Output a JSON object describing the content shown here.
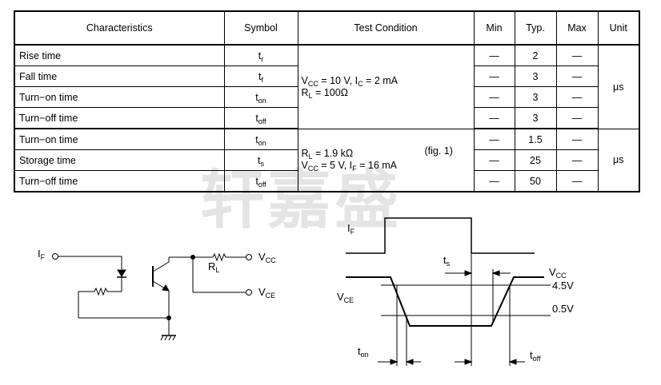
{
  "table": {
    "headers": [
      "Characteristics",
      "Symbol",
      "Test Condition",
      "Min",
      "Typ.",
      "Max",
      "Unit"
    ],
    "rows": [
      {
        "char": "Rise time",
        "sym": "t",
        "sub": "r",
        "min": "—",
        "typ": "2",
        "max": "—"
      },
      {
        "char": "Fall time",
        "sym": "t",
        "sub": "f",
        "min": "—",
        "typ": "3",
        "max": "—"
      },
      {
        "char": "Turn−on time",
        "sym": "t",
        "sub": "on",
        "min": "—",
        "typ": "3",
        "max": "—"
      },
      {
        "char": "Turn−off time",
        "sym": "t",
        "sub": "off",
        "min": "—",
        "typ": "3",
        "max": "—"
      },
      {
        "char": "Turn−on time",
        "sym": "t",
        "sub": "on",
        "min": "—",
        "typ": "1.5",
        "max": "—"
      },
      {
        "char": "Storage time",
        "sym": "t",
        "sub": "s",
        "min": "—",
        "typ": "25",
        "max": "—"
      },
      {
        "char": "Turn−off time",
        "sym": "t",
        "sub": "off",
        "min": "—",
        "typ": "50",
        "max": "—"
      }
    ],
    "cond1": {
      "line1_a": "V",
      "line1_a_sub": "CC",
      "line1_b": " = 10 V, I",
      "line1_b_sub": "C",
      "line1_c": " = 2 mA",
      "line2_a": "R",
      "line2_a_sub": "L",
      "line2_b": " = 100Ω"
    },
    "cond2": {
      "line1_a": "R",
      "line1_a_sub": "L",
      "line1_b": " = 1.9 kΩ",
      "fig": "(fig. 1)",
      "line2_a": "V",
      "line2_a_sub": "CC",
      "line2_b": " = 5 V, I",
      "line2_b_sub": "F",
      "line2_c": " = 16 mA"
    },
    "unit1": "μs",
    "unit2": "μs"
  },
  "watermark": "轩嘉盛",
  "circuit": {
    "if_label": "I",
    "if_sub": "F",
    "rl_label": "R",
    "rl_sub": "L",
    "vcc_label": "V",
    "vcc_sub": "CC",
    "vce_label": "V",
    "vce_sub": "CE"
  },
  "timing": {
    "if_label": "I",
    "if_sub": "F",
    "vce_label": "V",
    "vce_sub": "CE",
    "vcc_label": "V",
    "vcc_sub": "CC",
    "level_high": "4.5V",
    "level_low": "0.5V",
    "ts_label": "t",
    "ts_sub": "s",
    "ton_label": "t",
    "ton_sub": "on",
    "toff_label": "t",
    "toff_sub": "off"
  }
}
